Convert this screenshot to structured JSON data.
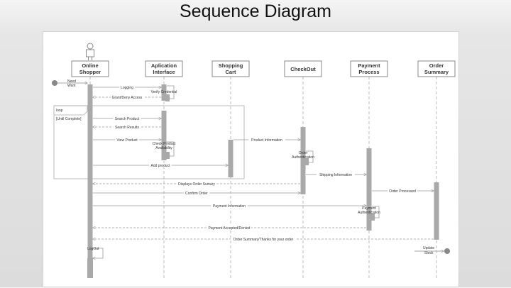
{
  "title": "Sequence Diagram",
  "actor_icon": "person-icon",
  "lifelines": [
    {
      "id": "shopper",
      "name": [
        "Online",
        "Shopper"
      ]
    },
    {
      "id": "app",
      "name": [
        "Aplication",
        "Interface"
      ]
    },
    {
      "id": "cart",
      "name": [
        "Shopping",
        "Cart"
      ]
    },
    {
      "id": "checkout",
      "name": [
        "CheckOut"
      ]
    },
    {
      "id": "payment",
      "name": [
        "Payment",
        "Process"
      ]
    },
    {
      "id": "summary",
      "name": [
        "Order",
        "Summary"
      ]
    }
  ],
  "loop": {
    "label": "loop",
    "guard": "[Until Complete]"
  },
  "start_label": [
    "Need",
    "Want"
  ],
  "end_label": [
    "Update",
    "Stock"
  ],
  "messages": [
    {
      "text": "Logging",
      "from": "shopper",
      "to": "app",
      "style": "solid"
    },
    {
      "text": "Verify Credential",
      "from": "app",
      "to": "app",
      "style": "self"
    },
    {
      "text": "Grant/Deny Access",
      "from": "app",
      "to": "shopper",
      "style": "dashed"
    },
    {
      "text": "Search Product",
      "from": "shopper",
      "to": "app",
      "style": "solid"
    },
    {
      "text": "Search Results",
      "from": "app",
      "to": "shopper",
      "style": "dashed"
    },
    {
      "text": "View Product",
      "from": "shopper",
      "to": "app",
      "style": "solid"
    },
    {
      "text": "Check Product Availability",
      "from": "app",
      "to": "app",
      "style": "self"
    },
    {
      "text": "Product Information",
      "from": "cart",
      "to": "checkout",
      "style": "solid"
    },
    {
      "text": "Add product",
      "from": "shopper",
      "to": "cart",
      "style": "solid"
    },
    {
      "text": "Order Authentication",
      "from": "checkout",
      "to": "checkout",
      "style": "self"
    },
    {
      "text": "Shipping Information",
      "from": "checkout",
      "to": "payment",
      "style": "solid"
    },
    {
      "text": "Displays Order Sumary",
      "from": "checkout",
      "to": "shopper",
      "style": "dashed"
    },
    {
      "text": "Order Processed",
      "from": "payment",
      "to": "summary",
      "style": "solid"
    },
    {
      "text": "Confirm Order",
      "from": "shopper",
      "to": "checkout",
      "style": "solid"
    },
    {
      "text": "Payment Information",
      "from": "shopper",
      "to": "payment",
      "style": "solid"
    },
    {
      "text": "Payment Authentication",
      "from": "payment",
      "to": "payment",
      "style": "self"
    },
    {
      "text": "Payment Accepted/Denied",
      "from": "payment",
      "to": "shopper",
      "style": "dashed"
    },
    {
      "text": "Order Summary/Thanks for your order",
      "from": "summary",
      "to": "shopper",
      "style": "dashed"
    },
    {
      "text": "LogOut",
      "from": "shopper",
      "to": "shopper",
      "style": "self"
    }
  ]
}
